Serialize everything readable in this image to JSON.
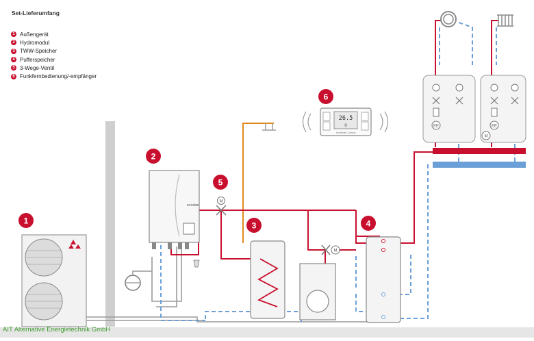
{
  "legend": {
    "title": "Set-Lieferumfang",
    "items": [
      {
        "number": "1",
        "label": "Außengerät"
      },
      {
        "number": "2",
        "label": "Hydromodul"
      },
      {
        "number": "3",
        "label": "TWW-Speicher"
      },
      {
        "number": "4",
        "label": "Pufferspeicher"
      },
      {
        "number": "5",
        "label": "3-Wege-Ventil"
      },
      {
        "number": "6",
        "label": "Funkfernbedienung/-empfänger"
      }
    ]
  },
  "markers": [
    "1",
    "2",
    "3",
    "4",
    "5",
    "6"
  ],
  "hydromodule_brand": "ecodan",
  "remote": {
    "display": "26.5",
    "sub_display": "0",
    "brand": "Ambiente Controls"
  },
  "footer_credit": "AIT Alternative Energietechnik GmbH",
  "valve_label": "M",
  "sensor_label": "EE",
  "colors": {
    "supply_red": "#c8102e",
    "return_blue": "#6a9fd8",
    "hot_water_orange": "#e08a1e",
    "cold_water_gray": "#9a9a9a",
    "wall_gray": "#cfcfcf"
  }
}
